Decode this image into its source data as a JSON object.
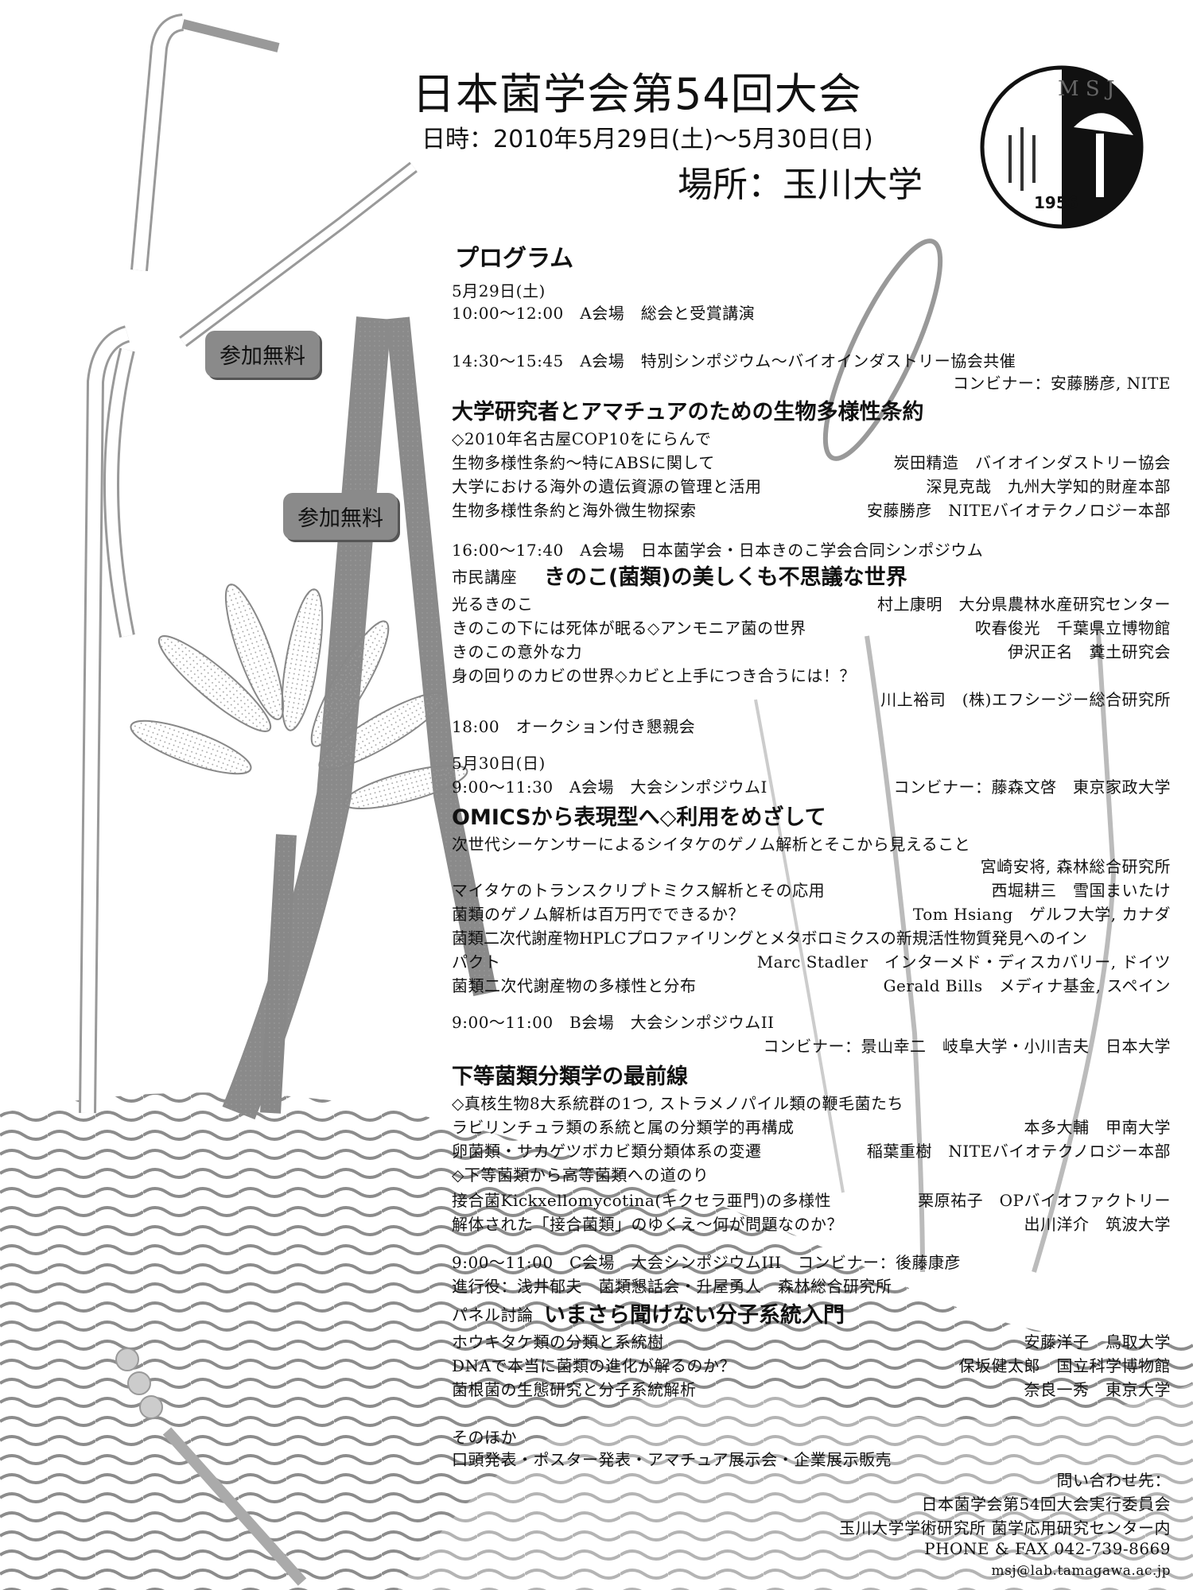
{
  "header": {
    "title": "日本菌学会第54回大会",
    "date": "日時：2010年5月29日(土)～5月30日(日)",
    "place": "場所：玉川大学"
  },
  "logo": {
    "label": "M S J",
    "year": "1956",
    "icon": "mushroom-logo-icon"
  },
  "badges": {
    "free1": "参加無料",
    "free2": "参加無料"
  },
  "program": {
    "heading": "プログラム",
    "day1": "5月29日(土)",
    "s1": "10:00～12:00　A会場　総会と受賞講演",
    "s2": "14:30～15:45　A会場　特別シンポジウム～バイオインダストリー協会共催",
    "s2_conv": "コンビナー：安藤勝彦, NITE",
    "s2_title": "大学研究者とアマチュアのための生物多様性条約",
    "s2_sub": "◇2010年名古屋COP10をにらんで",
    "s2_talks": [
      {
        "t": "生物多様性条約～特にABSに関して",
        "s": "炭田精造　バイオインダストリー協会"
      },
      {
        "t": "大学における海外の遺伝資源の管理と活用",
        "s": "深見克哉　九州大学知的財産本部"
      },
      {
        "t": "生物多様性条約と海外微生物探索",
        "s": "安藤勝彦　NITEバイオテクノロジー本部"
      }
    ],
    "s3": "16:00～17:40　A会場　日本菌学会・日本きのこ学会合同シンポジウム",
    "s3_label": "市民講座",
    "s3_title": "きのこ(菌類)の美しくも不思議な世界",
    "s3_talks": [
      {
        "t": "光るきのこ",
        "s": "村上康明　大分県農林水産研究センター"
      },
      {
        "t": "きのこの下には死体が眠る◇アンモニア菌の世界",
        "s": "吹春俊光　千葉県立博物館"
      },
      {
        "t": "きのこの意外な力",
        "s": "伊沢正名　糞土研究会"
      }
    ],
    "s3_last_t": "身の回りのカビの世界◇カビと上手につき合うには！？",
    "s3_last_s": "川上裕司　(株)エフシージー総合研究所",
    "s4": "18:00　オークション付き懇親会",
    "day2": "5月30日(日)",
    "s5": "9:00～11:30　A会場　大会シンポジウムI",
    "s5_conv": "コンビナー：藤森文啓　東京家政大学",
    "s5_title": "OMICSから表現型へ◇利用をめざして",
    "s5_t1": "次世代シーケンサーによるシイタケのゲノム解析とそこから見えること",
    "s5_s1": "宮崎安将, 森林総合研究所",
    "s5_talks": [
      {
        "t": "マイタケのトランスクリプトミクス解析とその応用",
        "s": "西堀耕三　雪国まいたけ"
      },
      {
        "t": "菌類のゲノム解析は百万円でできるか？",
        "s": "Tom Hsiang　ゲルフ大学, カナダ"
      }
    ],
    "s5_t4a": "菌類二次代謝産物HPLCプロファイリングとメタボロミクスの新規活性物質発見へのイン",
    "s5_t4b": "パクト",
    "s5_s4": "Marc Stadler　インターメド・ディスカバリー, ドイツ",
    "s5_t5": "菌類二次代謝産物の多様性と分布",
    "s5_s5": "Gerald Bills　メディナ基金, スペイン",
    "s6": "9:00～11:00　B会場　大会シンポジウムII",
    "s6_conv": "コンビナー：景山幸二　岐阜大学・小川吉夫　日本大学",
    "s6_title": "下等菌類分類学の最前線",
    "s6_sub1": "◇真核生物8大系統群の1つ, ストラメノパイル類の鞭毛菌たち",
    "s6_talks1": [
      {
        "t": "ラビリンチュラ類の系統と属の分類学的再構成",
        "s": "本多大輔　甲南大学"
      },
      {
        "t": "卵菌類・サカゲツボカビ類分類体系の変遷",
        "s": "稲葉重樹　NITEバイオテクノロジー本部"
      }
    ],
    "s6_sub2": "◇下等菌類から高等菌類への道のり",
    "s6_talks2": [
      {
        "t": "接合菌Kickxellomycotina(キクセラ亜門)の多様性",
        "s": "栗原祐子　OPバイオファクトリー"
      },
      {
        "t": "解体された「接合菌類」のゆくえ～何が問題なのか？",
        "s": "出川洋介　筑波大学"
      }
    ],
    "s7": "9:00～11:00　C会場　大会シンポジウムIII　コンビナー：後藤康彦",
    "s7_mod": "進行役：浅井郁夫　菌類懇話会・升屋勇人　森林総合研究所",
    "s7_label": "パネル討論",
    "s7_title": "いまさら聞けない分子系統入門",
    "s7_talks": [
      {
        "t": "ホウキタケ類の分類と系統樹",
        "s": "安藤洋子　鳥取大学"
      },
      {
        "t": "DNAで本当に菌類の進化が解るのか？",
        "s": "保坂健太郎　国立科学博物館"
      },
      {
        "t": "菌根菌の生態研究と分子系統解析",
        "s": "奈良一秀　東京大学"
      }
    ],
    "other_label": "そのほか",
    "other": "口頭発表・ポスター発表・アマチュア展示会・企業展示販売"
  },
  "contact": {
    "label": "問い合わせ先：",
    "org1": "日本菌学会第54回大会実行委員会",
    "org2": "玉川大学学術研究所 菌学応用研究センター内",
    "phone": "PHONE & FAX 042-739-8669",
    "email": "msj@lab.tamagawa.ac.jp"
  }
}
